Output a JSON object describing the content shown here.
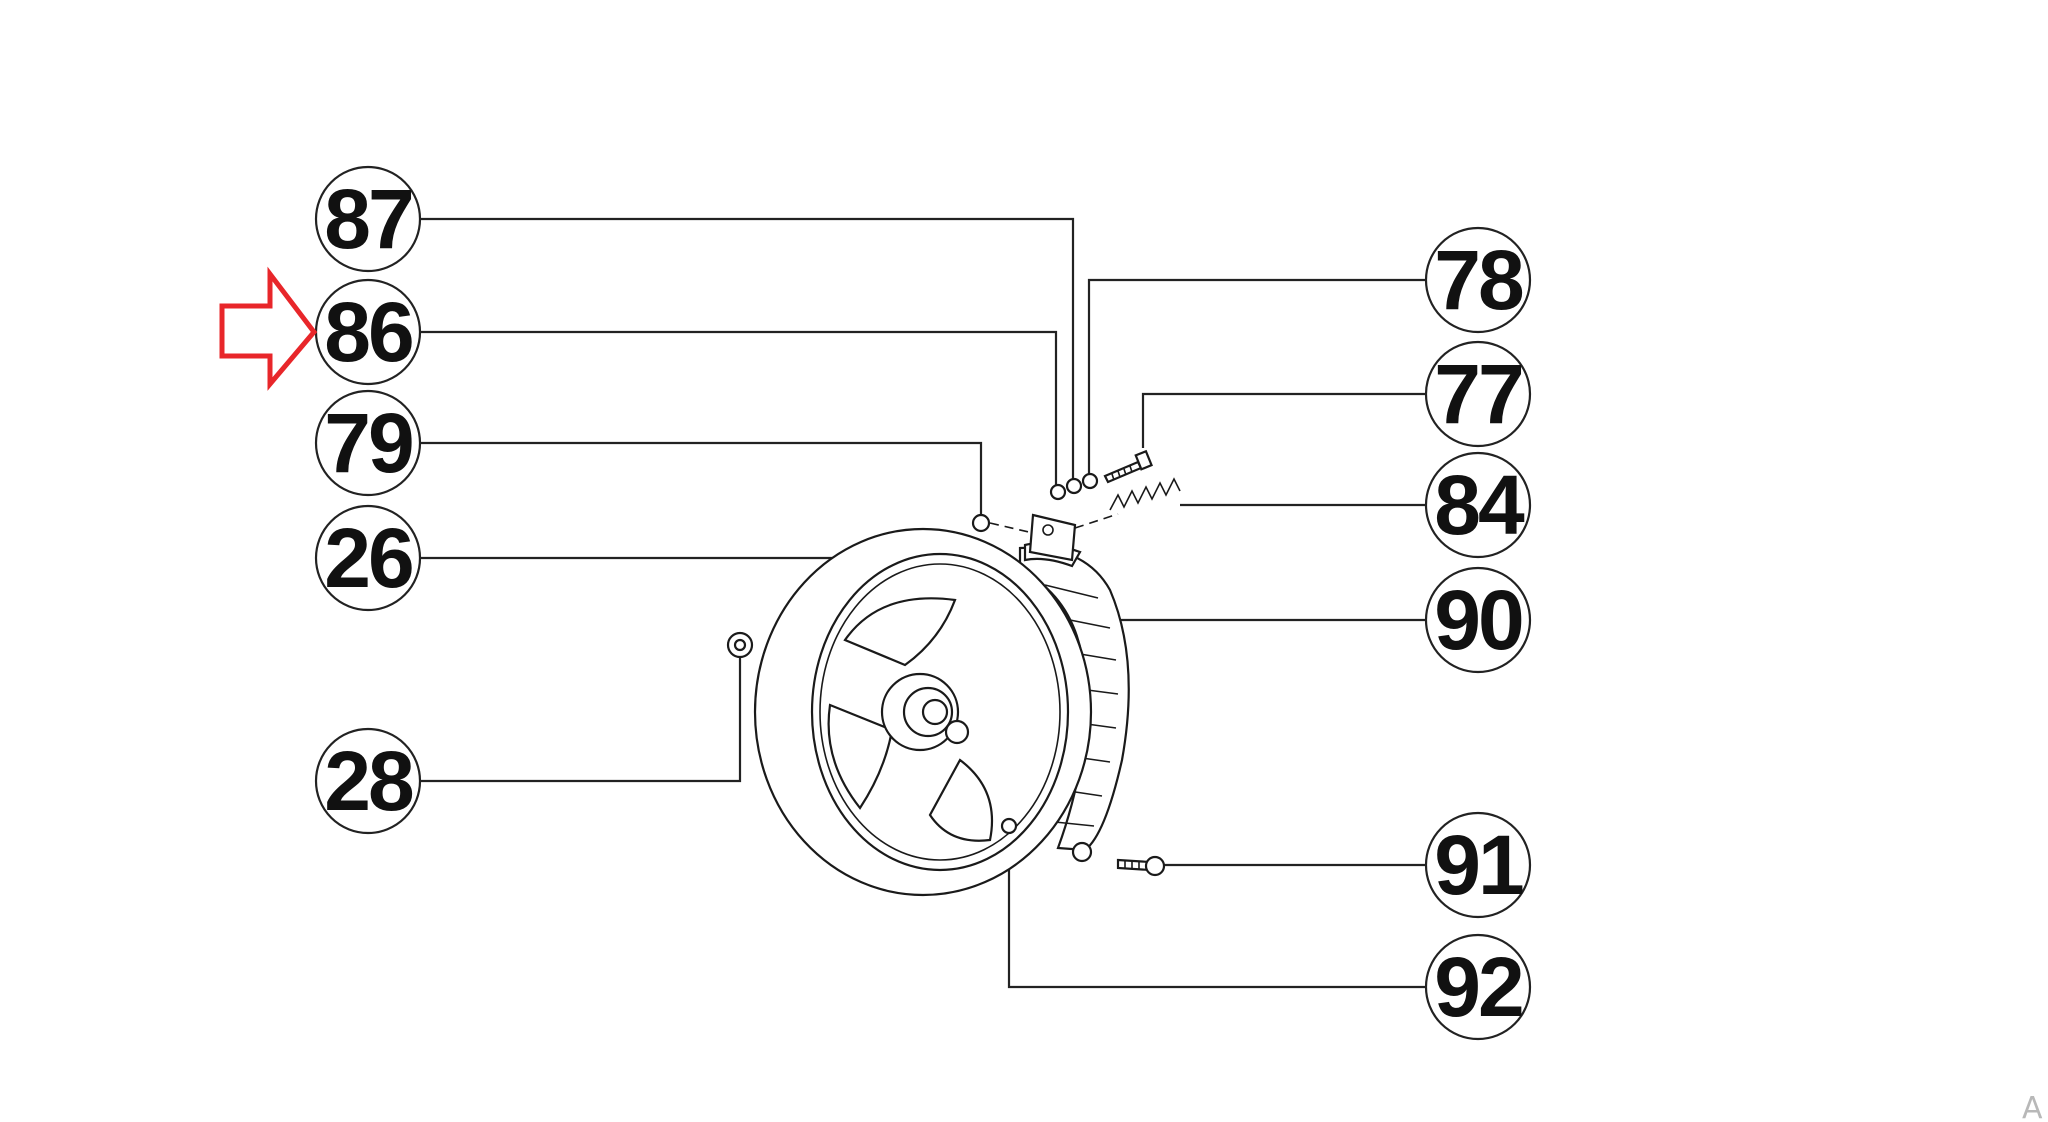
{
  "diagram": {
    "callouts": [
      {
        "id": "c87",
        "label": "87"
      },
      {
        "id": "c86",
        "label": "86"
      },
      {
        "id": "c79",
        "label": "79"
      },
      {
        "id": "c26",
        "label": "26"
      },
      {
        "id": "c28",
        "label": "28"
      },
      {
        "id": "c78",
        "label": "78"
      },
      {
        "id": "c77",
        "label": "77"
      },
      {
        "id": "c84",
        "label": "84"
      },
      {
        "id": "c90",
        "label": "90"
      },
      {
        "id": "c91",
        "label": "91"
      },
      {
        "id": "c92",
        "label": "92"
      }
    ],
    "highlighted_callout": "86",
    "highlight_color": "#e8262a",
    "line_color": "#222222",
    "corner_mark": "A"
  }
}
